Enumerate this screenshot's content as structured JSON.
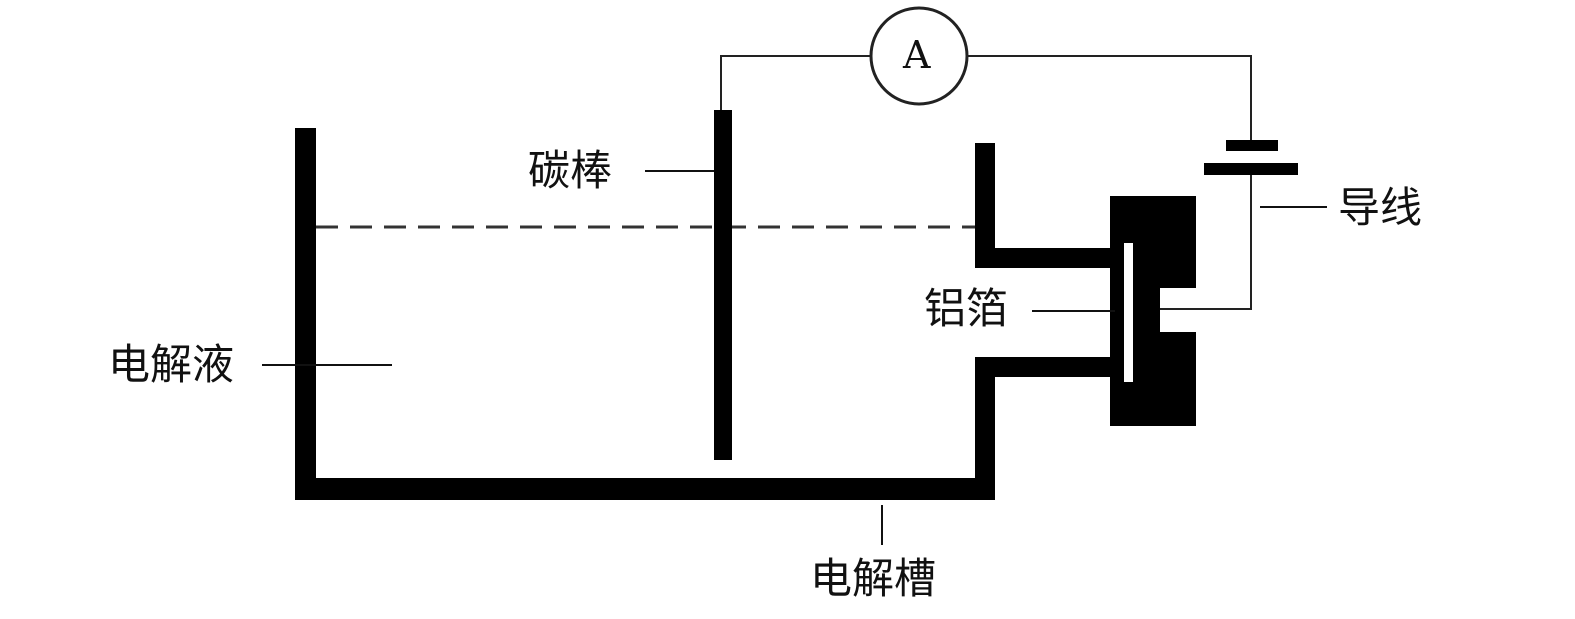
{
  "labels": {
    "carbon_rod": "碳棒",
    "wire": "导线",
    "aluminum_foil": "铝箔",
    "electrolyte": "电解液",
    "electrolytic_cell": "电解槽",
    "ammeter": "A"
  },
  "colors": {
    "stroke": "#000000",
    "background": "#ffffff"
  }
}
